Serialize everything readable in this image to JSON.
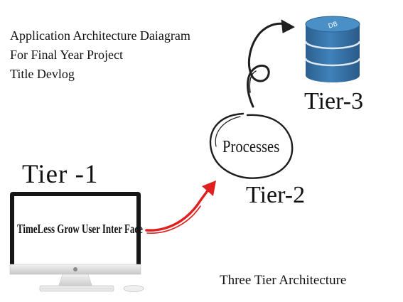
{
  "heading": {
    "line1": "Application Architecture Daiagram",
    "line2": "For Final Year Project",
    "line3": "Title Devlog"
  },
  "tier1": {
    "label": "Tier -1",
    "screen_text": "TimeLess Grow User Inter Face"
  },
  "tier2": {
    "label": "Tier-2",
    "process_text": "Processes"
  },
  "tier3": {
    "label": "Tier-3",
    "db_text": "DB"
  },
  "footer": "Three Tier Architecture",
  "colors": {
    "db_blue": "#3a79b0",
    "arrow_red": "#e01f1f",
    "ink": "#1a1a1a"
  }
}
